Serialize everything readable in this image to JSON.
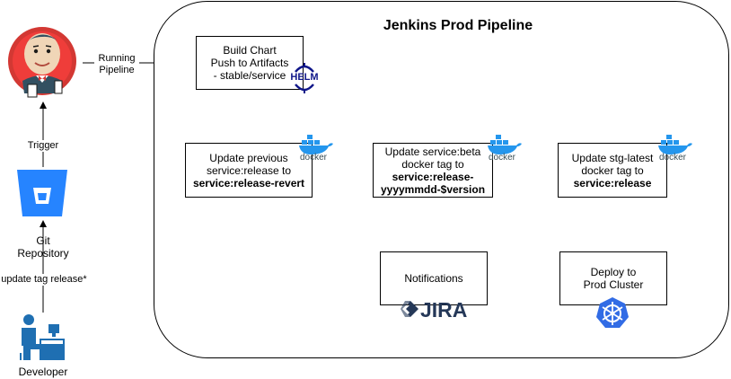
{
  "title": "Jenkins  Prod Pipeline",
  "left": {
    "running_pipeline": [
      "Running",
      "Pipeline"
    ],
    "trigger": "Trigger",
    "git_repository": [
      "Git",
      "Repository"
    ],
    "update_tag": "update tag release*",
    "developer": "Developer"
  },
  "boxes": {
    "build_chart": [
      "Build Chart",
      "Push to Artifacts",
      "- stable/service"
    ],
    "update_previous": [
      "Update previous",
      "service:release to"
    ],
    "update_previous_bold": "service:release-revert",
    "update_beta": [
      "Update service:beta",
      "docker tag to"
    ],
    "update_beta_bold": [
      "service:release-",
      "yyyymmdd-$version"
    ],
    "update_stg": [
      "Update stg-latest",
      "docker tag to"
    ],
    "update_stg_bold": "service:release",
    "deploy": [
      "Deploy to",
      "Prod Cluster"
    ],
    "notifications": "Notifications"
  },
  "logos": {
    "helm": "HELM",
    "docker": "docker",
    "jira": "JIRA"
  },
  "colors": {
    "bitbucket": "#2684FF",
    "kubernetes": "#326CE5",
    "docker": "#2496ED",
    "jira": "#253858",
    "helm": "#0F1689",
    "developer": "#1F6FB2"
  }
}
